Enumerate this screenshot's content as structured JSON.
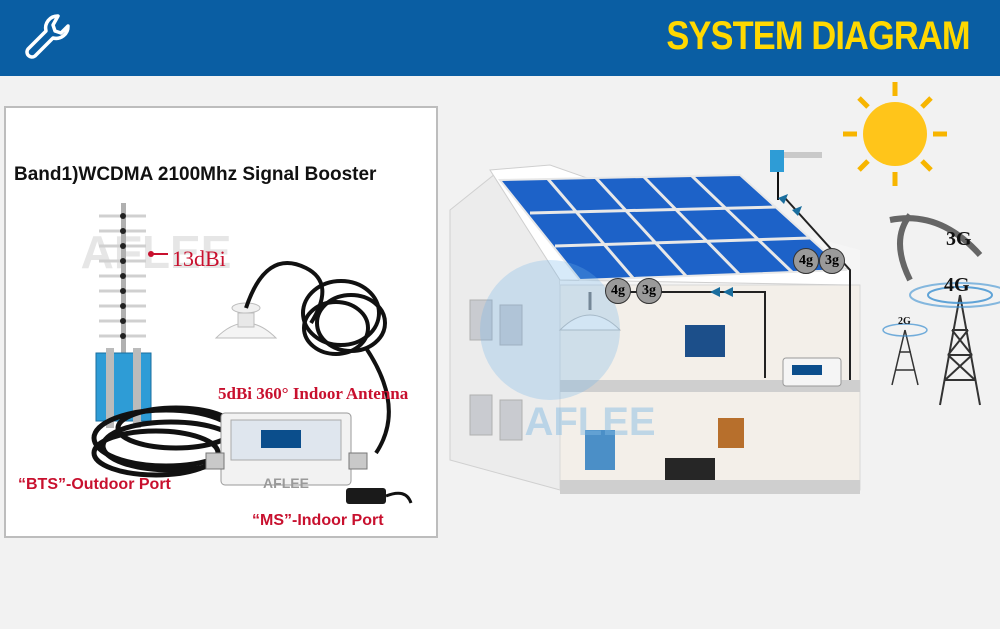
{
  "header": {
    "title": "SYSTEM DIAGRAM",
    "icon": "wrench-icon",
    "bg_color": "#0a5ea3",
    "title_color": "#ffd800"
  },
  "product_panel": {
    "title": "Band1)WCDMA 2100Mhz Signal Booster",
    "antenna_gain": "13dBi",
    "indoor_antenna": "5dBi 360° Indoor Antenna",
    "bts_port": "“BTS”-Outdoor Port",
    "ms_port": "“MS”-Indoor Port",
    "watermark": "AFLEE",
    "device_brand": "AFLEE"
  },
  "house_diagram": {
    "roof_badges": [
      "4g",
      "3g"
    ],
    "indoor_badges": [
      "4g",
      "3g"
    ],
    "watermark": "AFLEE"
  },
  "towers": {
    "labels": [
      "3G",
      "4G",
      "2G"
    ]
  }
}
